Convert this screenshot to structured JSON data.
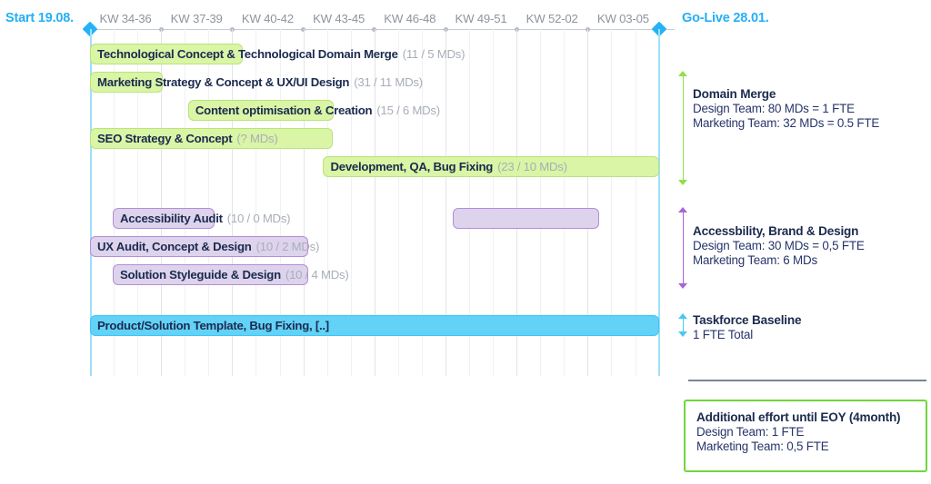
{
  "header": {
    "start_label": "Start 19.08.",
    "golive_label": "Go-Live 28.01.",
    "ticks": [
      "KW 34-36",
      "KW 37-39",
      "KW 40-42",
      "KW 43-45",
      "KW 46-48",
      "KW 49-51",
      "KW 52-02",
      "KW 03-05"
    ]
  },
  "colors": {
    "accent_cyan": "#23b0f5",
    "bar_green_fill": "#d9f5a5",
    "bar_green_stroke": "#b9e47a",
    "bar_purple_fill": "#ded3ec",
    "bar_purple_stroke": "#b38ed8",
    "bar_cyan_fill": "#63d2f7",
    "text_dark": "#1b2a4e",
    "text_muted": "#a8aeb8",
    "eoy_border_green": "#6fd63a"
  },
  "chart_data": {
    "type": "bar",
    "title": "",
    "xlabel": "",
    "ylabel": "",
    "axis_start": "Start 19.08.",
    "axis_end": "Go-Live 28.01.",
    "categories": [
      "KW 34-36",
      "KW 37-39",
      "KW 40-42",
      "KW 43-45",
      "KW 46-48",
      "KW 49-51",
      "KW 52-02",
      "KW 03-05"
    ],
    "grid": true,
    "legend_position": "right",
    "tasks": [
      {
        "label": "Technological Concept & Technological Domain Merge",
        "mds": "(11 / 5 MDs)",
        "color": "green",
        "start_week": 0.0,
        "end_week": 6.45,
        "row": 0
      },
      {
        "label": "Marketing Strategy & Concept & UX/UI Design",
        "mds": "(31 / 11 MDs)",
        "color": "green",
        "start_week": 0.0,
        "end_week": 3.08,
        "row": 1
      },
      {
        "label": "Content optimisation & Creation",
        "mds": "(15 / 6 MDs)",
        "color": "green",
        "start_week": 4.14,
        "end_week": 10.3,
        "row": 2
      },
      {
        "label": "SEO Strategy & Concept",
        "mds": "(? MDs)",
        "color": "green",
        "start_week": 0.0,
        "end_week": 10.26,
        "row": 3
      },
      {
        "label": "Development, QA, Bug Fixing",
        "mds": "(23 / 10 MDs)",
        "color": "green",
        "start_week": 9.84,
        "end_week": 24.0,
        "row": 4
      },
      {
        "label": "Accessibility Audit",
        "mds": "(10 / 0 MDs)",
        "color": "purple",
        "start_week": 0.96,
        "end_week": 5.26,
        "row": 5
      },
      {
        "label": "UX Audit, Concept & Design",
        "mds": "(10 / 2 MDs)",
        "color": "purple",
        "start_week": 0.0,
        "end_week": 9.19,
        "row": 6
      },
      {
        "label": "Solution Styleguide & Design",
        "mds": "(10 / 4 MDs)",
        "color": "purple",
        "start_week": 0.96,
        "end_week": 9.19,
        "row": 7
      },
      {
        "label": "",
        "mds": "",
        "color": "purple",
        "start_week": 15.3,
        "end_week": 21.5,
        "row": 5
      },
      {
        "label": "Product/Solution Template, Bug Fixing, [..]",
        "mds": "",
        "color": "cyan",
        "start_week": 0.0,
        "end_week": 24.0,
        "row": 9
      }
    ]
  },
  "legend": {
    "groups": [
      {
        "title": "Domain Merge",
        "lines": [
          "Design Team: 80 MDs = 1 FTE",
          "Marketing Team: 32 MDs = 0.5 FTE"
        ],
        "marker_color": "#8fe04a"
      },
      {
        "title": "Accessbility, Brand & Design",
        "lines": [
          "Design Team: 30 MDs = 0,5 FTE",
          "Marketing Team: 6 MDs"
        ],
        "marker_color": "#a964d8"
      },
      {
        "title": "Taskforce Baseline",
        "lines": [
          "1 FTE Total"
        ],
        "marker_color": "#4ac7f5"
      }
    ],
    "eoy_box": {
      "title": "Additional effort until EOY (4month)",
      "lines": [
        "Design Team: 1 FTE",
        "Marketing Team: 0,5 FTE"
      ]
    }
  }
}
